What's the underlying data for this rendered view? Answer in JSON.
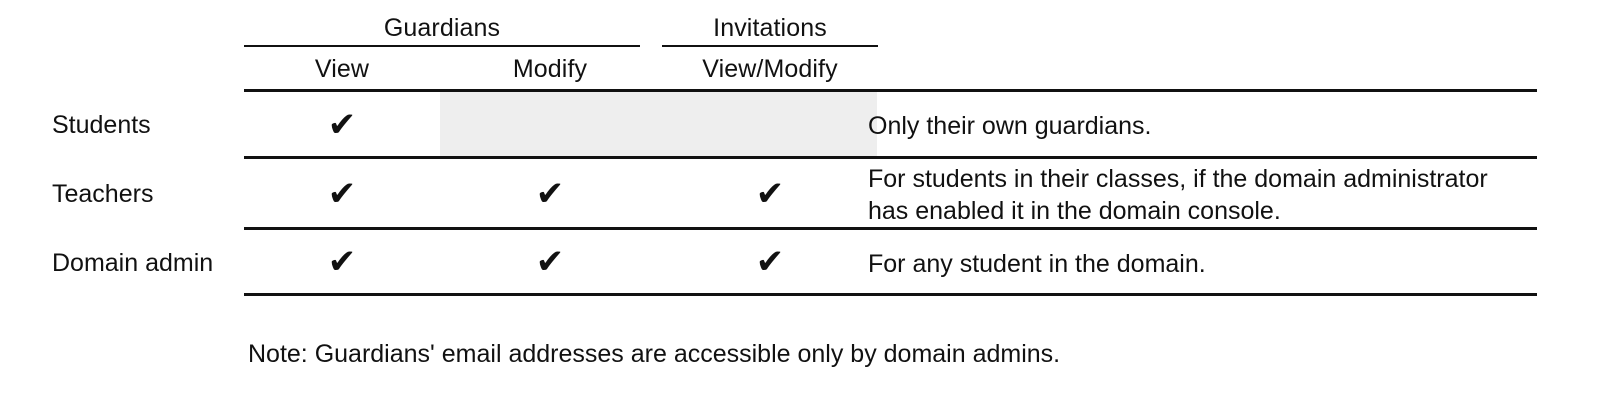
{
  "table": {
    "column_groups": [
      {
        "label": "Guardians",
        "span": 2
      },
      {
        "label": "Invitations",
        "span": 1
      }
    ],
    "columns": [
      {
        "label": ""
      },
      {
        "label": "View"
      },
      {
        "label": "Modify"
      },
      {
        "label": "View/Modify"
      },
      {
        "label": ""
      }
    ],
    "check_symbol": "✔",
    "rows": [
      {
        "label": "Students",
        "view": "✔",
        "modify": "",
        "modify_state": "not-applicable",
        "invitations": "",
        "invitations_state": "not-applicable",
        "notes": "Only their own guardians."
      },
      {
        "label": "Teachers",
        "view": "✔",
        "modify": "✔",
        "modify_state": "allowed",
        "invitations": "✔",
        "invitations_state": "allowed",
        "notes": "For students in their classes, if the domain administrator has enabled it in the domain console."
      },
      {
        "label": "Domain admin",
        "view": "✔",
        "modify": "✔",
        "modify_state": "allowed",
        "invitations": "✔",
        "invitations_state": "allowed",
        "notes": "For any student in the domain."
      }
    ]
  },
  "footnote": "Note: Guardians' email addresses are accessible only by domain admins.",
  "colors": {
    "rule": "#111111",
    "text": "#111111",
    "shade": "#eeeeee",
    "background": "#ffffff"
  }
}
